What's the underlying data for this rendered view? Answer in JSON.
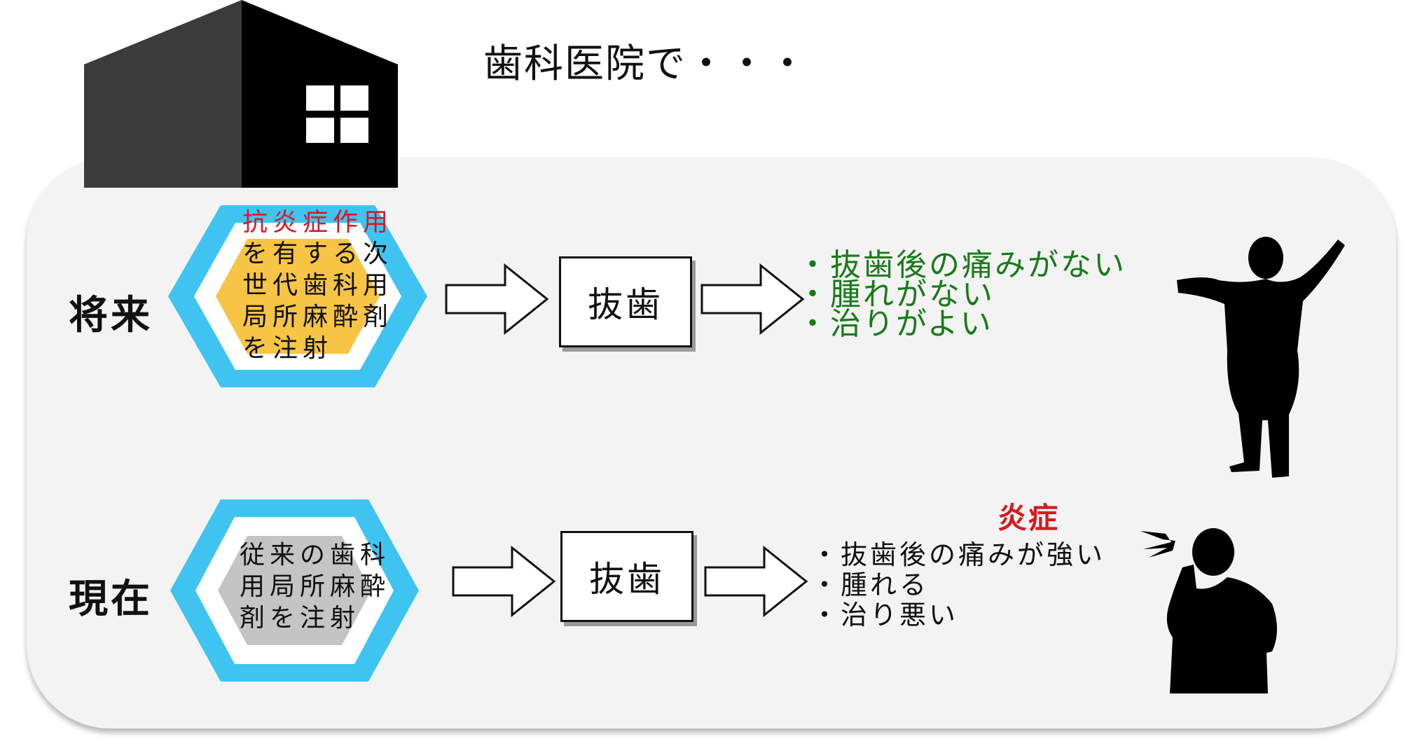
{
  "title": "歯科医院で・・・",
  "rows": {
    "future": {
      "label": "将来",
      "hex_lines": [
        "抗炎症作用",
        "を有する次",
        "世代歯科用",
        "局所麻酔剤",
        "を注射"
      ],
      "box_label": "抜歯",
      "outcomes": [
        "・抜歯後の痛みがない",
        "・腫れがない",
        "・治りがよい"
      ]
    },
    "current": {
      "label": "現在",
      "hex_lines": [
        "従来の歯科",
        "用局所麻酔",
        "剤を注射"
      ],
      "box_label": "抜歯",
      "outcomes": [
        "・抜歯後の痛みが強い",
        "・腫れる",
        "・治り悪い"
      ],
      "inflammation_label": "炎症"
    }
  },
  "colors": {
    "hex_frame": "#3fc4f2",
    "future_core": "#f8c445",
    "current_core": "#c4c4c4",
    "accent_red": "#d71920",
    "outcome_green": "#1a7a1a",
    "panel_bg": "#f3f3f3"
  },
  "icons": [
    "clinic-building-icon",
    "happy-person-silhouette-icon",
    "pain-person-silhouette-icon",
    "right-arrow-icon"
  ]
}
